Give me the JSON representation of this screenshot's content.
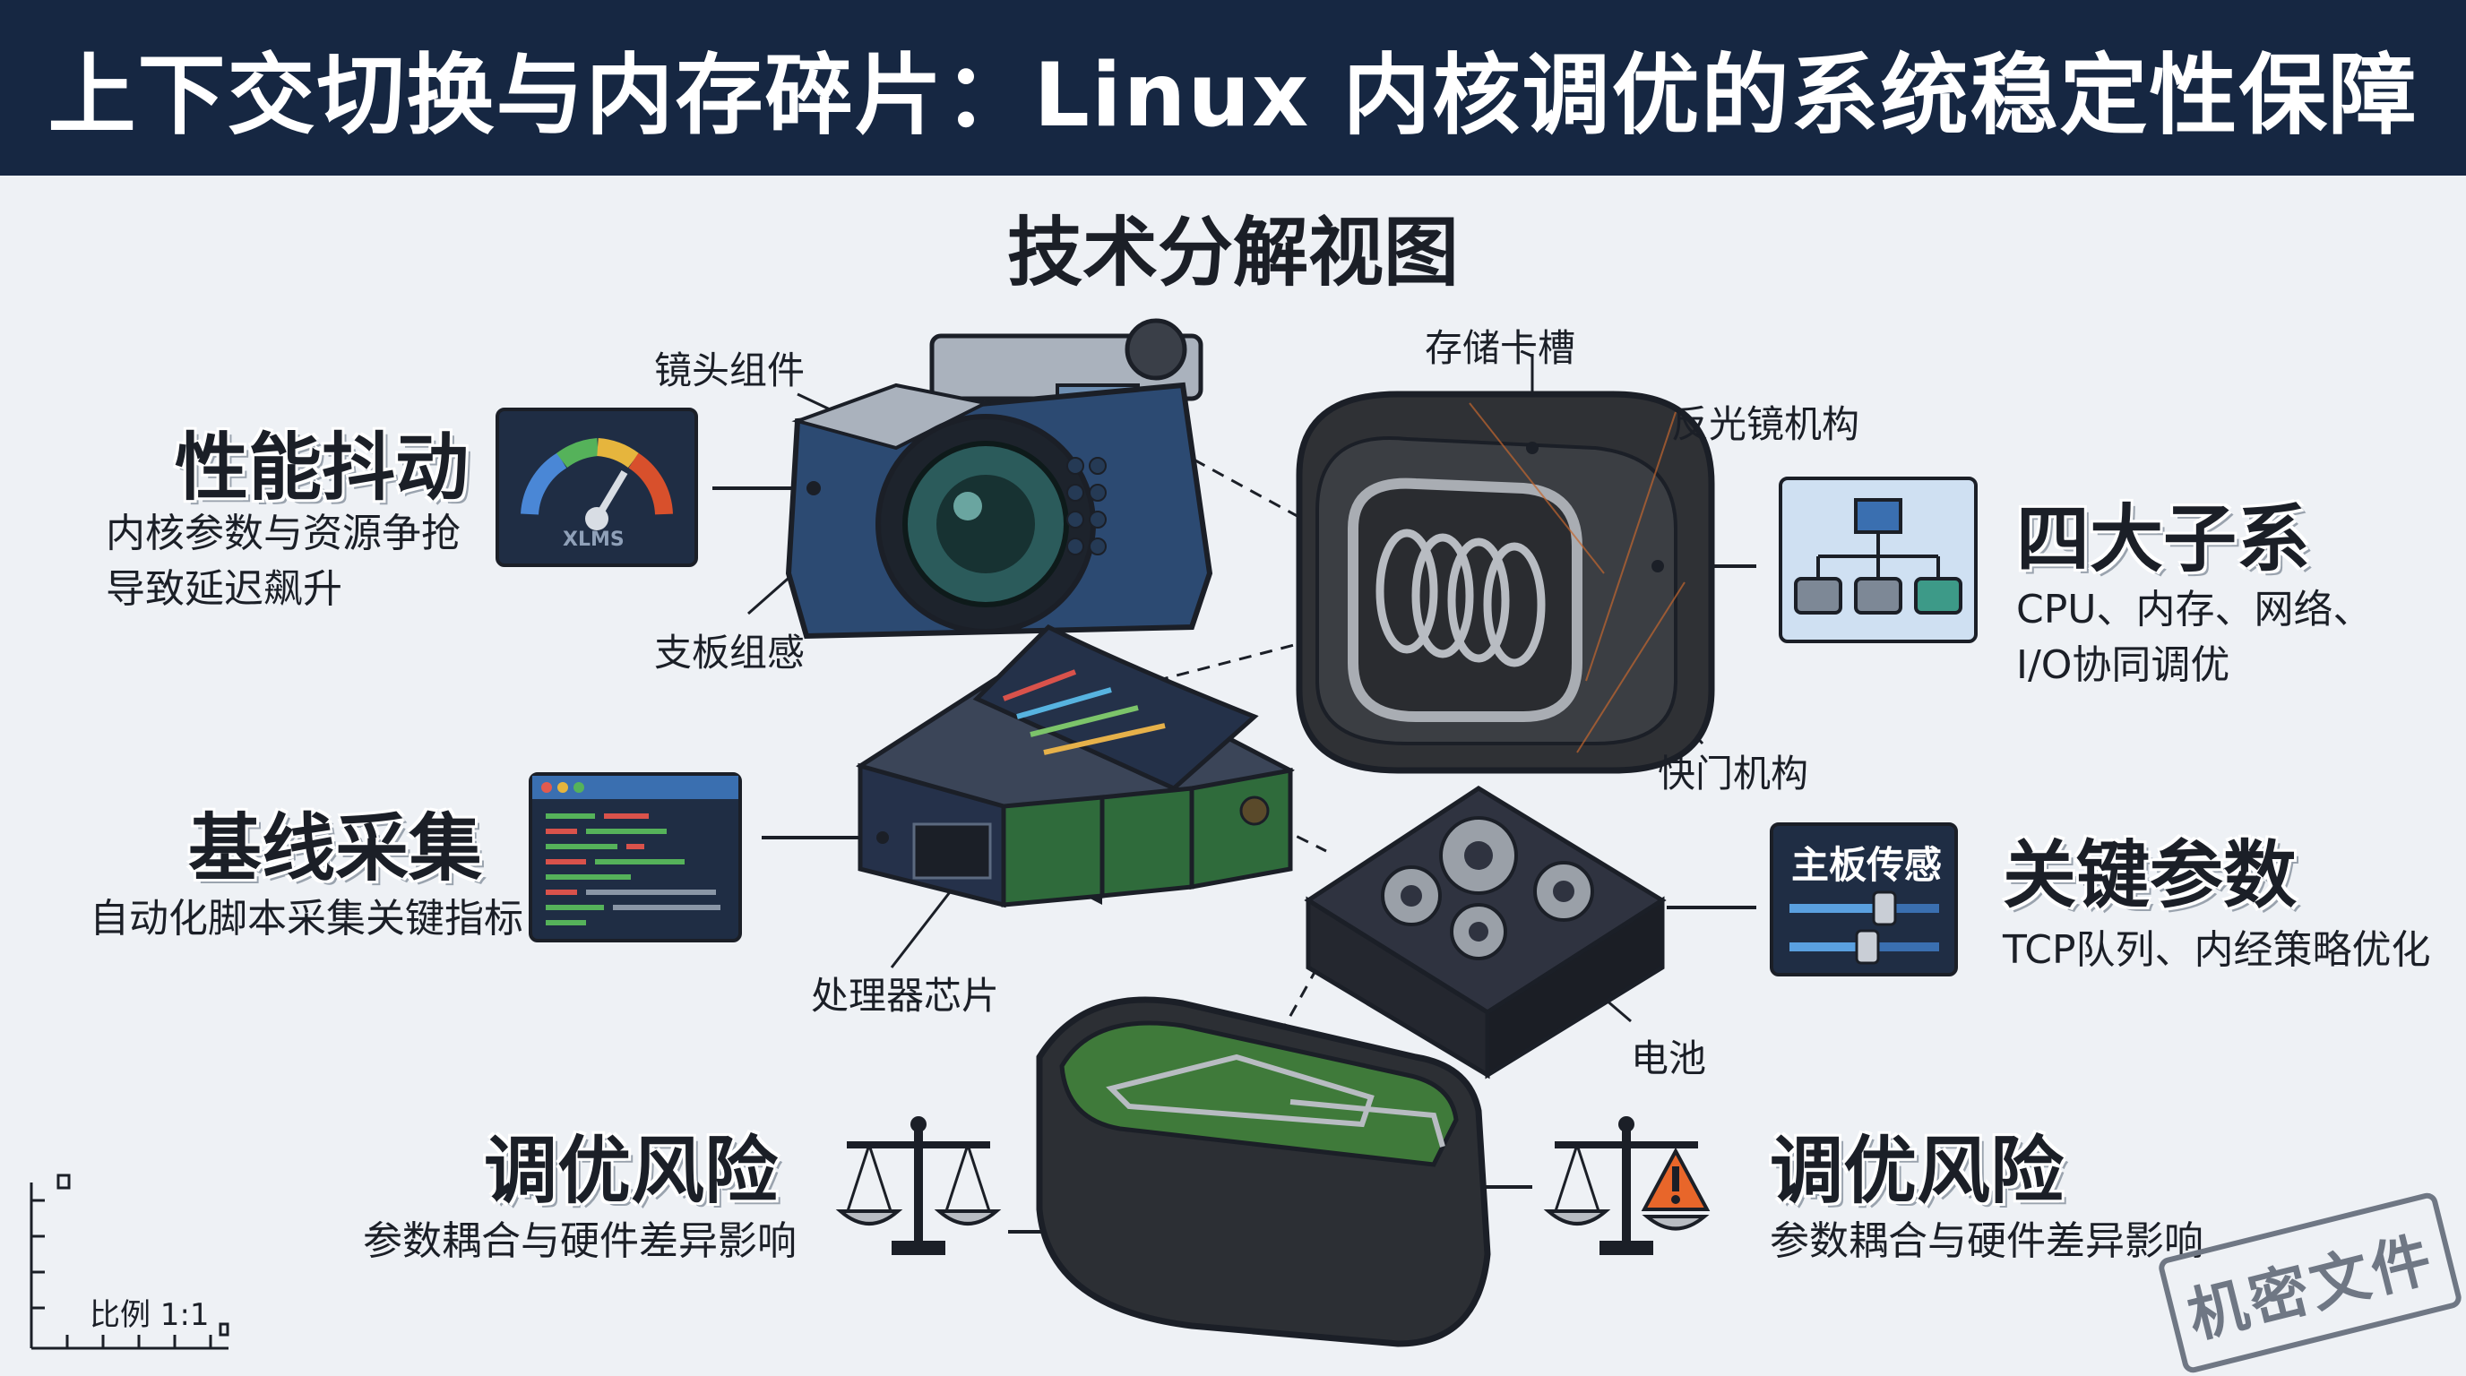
{
  "header": {
    "title": "上下交切换与内存碎片：Linux 内核调优的系统稳定性保障"
  },
  "subtitle": "技术分解视图",
  "callouts": {
    "lens": "镜头组件",
    "board_group": "支板组感",
    "storage_slot": "存储卡槽",
    "mirror": "反光镜机构",
    "shutter": "快门机构",
    "processor": "处理器芯片",
    "battery": "电池"
  },
  "sections": {
    "jitter": {
      "title": "性能抖动",
      "desc_1": "内核参数与资源争抢",
      "desc_2": "导致延迟飙升"
    },
    "baseline": {
      "title": "基线采集",
      "desc": "自动化脚本采集关键指标"
    },
    "risk_left": {
      "title": "调优风险",
      "desc": "参数耦合与硬件差异影响"
    },
    "subsystems": {
      "title": "四大子系",
      "desc_1": "CPU、内存、网络、",
      "desc_2": "I/O协同调优"
    },
    "params": {
      "title": "关键参数",
      "desc": "TCP队列、内经策略优化"
    },
    "risk_right": {
      "title": "调优风险",
      "desc": "参数耦合与硬件差异影响"
    }
  },
  "gauge": {
    "label": "XLMS"
  },
  "sensor_panel": {
    "title": "主板传感"
  },
  "scale": {
    "label": "比例 1:1"
  },
  "stamp": {
    "text": "机密文件"
  },
  "colors": {
    "header_bg": "#162742",
    "background": "#eef1f5",
    "panel_dark": "#1f2d44",
    "panel_light": "#cfe0f2",
    "warning": "#e8662a",
    "pcb_green": "#3f7a3a"
  }
}
